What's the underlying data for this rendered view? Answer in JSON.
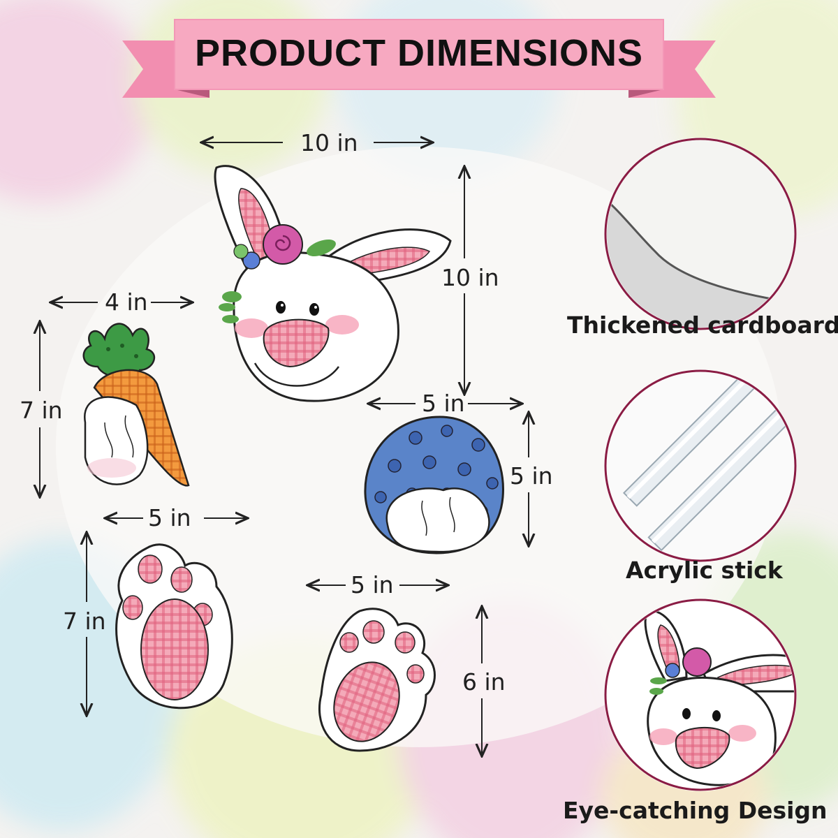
{
  "banner": {
    "title": "PRODUCT DIMENSIONS"
  },
  "colors": {
    "banner_pink": "#f7a9c1",
    "banner_dark": "#e07fa0",
    "circle_border": "#8a1c44",
    "plaid": "#e9738d",
    "egg_blue": "#5a84c9",
    "carrot": "#f0852a",
    "leaf": "#3f8f3a"
  },
  "items": [
    {
      "name": "bunny-head",
      "width_label": "10 in",
      "height_label": "10 in"
    },
    {
      "name": "carrot",
      "width_label": "4 in",
      "height_label": "7 in"
    },
    {
      "name": "egg",
      "width_label": "5 in",
      "height_label": "5 in"
    },
    {
      "name": "bunny-foot-left",
      "width_label": "5 in",
      "height_label": "7 in"
    },
    {
      "name": "bunny-foot-right",
      "width_label": "5 in",
      "height_label": "6 in"
    }
  ],
  "features": [
    {
      "label": "Thickened cardboard",
      "icon": "cardboard-icon"
    },
    {
      "label": "Acrylic stick",
      "icon": "acrylic-stick-icon"
    },
    {
      "label": "Eye-catching Design",
      "icon": "bunny-design-icon"
    }
  ]
}
